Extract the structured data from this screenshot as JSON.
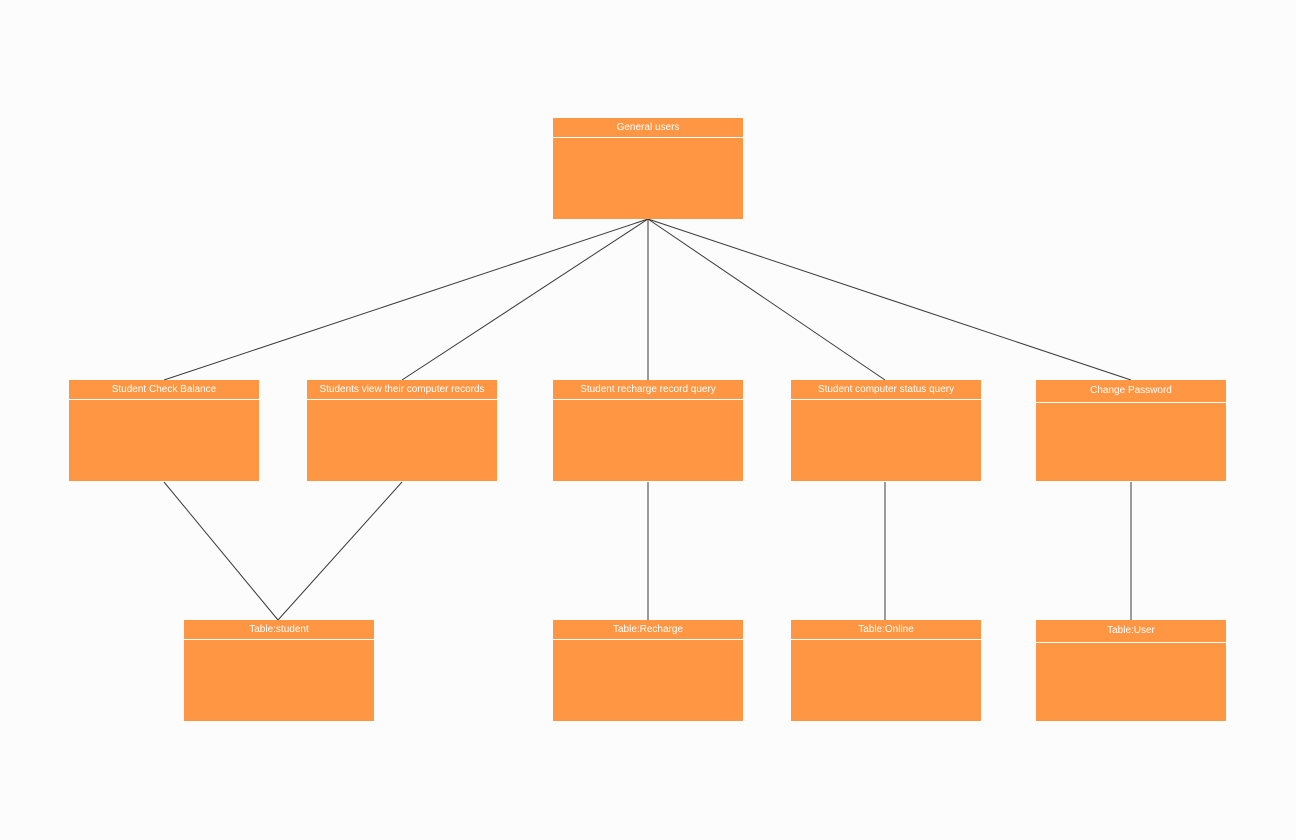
{
  "colors": {
    "background": "#fcfcfc",
    "node_fill": "#ff9644",
    "node_text": "#ffffff",
    "connector": "#3a3a3a"
  },
  "nodes": {
    "general_users": "General users",
    "check_balance": "Student Check Balance",
    "view_records": "Students view their computer records",
    "recharge_query": "Student recharge record query",
    "status_query": "Student computer status query",
    "change_password": "Change Password",
    "table_student": "Table:student",
    "table_recharge": "Table:Recharge",
    "table_online": "Table:Online",
    "table_user": "Table:User"
  }
}
